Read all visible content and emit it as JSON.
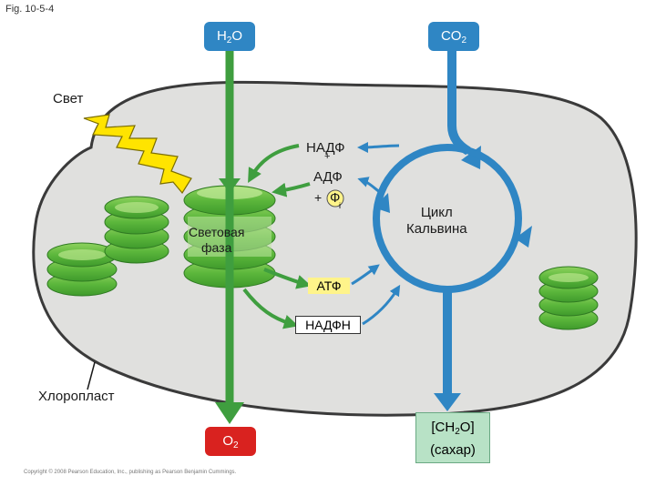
{
  "figure_number": "Fig. 10-5-4",
  "labels": {
    "light": "Свет",
    "chloroplast": "Хлоропласт",
    "light_reactions_line1": "Световая",
    "light_reactions_line2": "фаза",
    "calvin_line1": "Цикл",
    "calvin_line2": "Кальвина",
    "nadp": "НАДФ",
    "nadp_plus": "+",
    "adp": "АДФ",
    "plus": "+",
    "pi": "Ф",
    "pi_sub": "i",
    "atp": "АТФ",
    "nadph": "НАДФН",
    "copyright": "Copyright © 2008 Pearson Education, Inc., publishing as Pearson Benjamin Cummings."
  },
  "molecules": {
    "water_main": "H",
    "water_sub": "2",
    "water_tail": "O",
    "co2_main": "CO",
    "co2_sub": "2",
    "o2_main": "O",
    "o2_sub": "2",
    "sugar_line1_a": "[CH",
    "sugar_line1_sub": "2",
    "sugar_line1_b": "O]",
    "sugar_line2": "(сахар)"
  },
  "colors": {
    "stroma": "#e0e0de",
    "membrane": "#3a3a3a",
    "thylakoid": "#6fc04a",
    "thylakoid_light": "#a8dc7c",
    "green_arrow": "#3f9e3f",
    "blue_arrow": "#2f86c4",
    "lightning": "#ffe400",
    "atp_box": "#fff48a",
    "o2_pill": "#d9221f",
    "sugar_box": "#b8e2c6"
  }
}
